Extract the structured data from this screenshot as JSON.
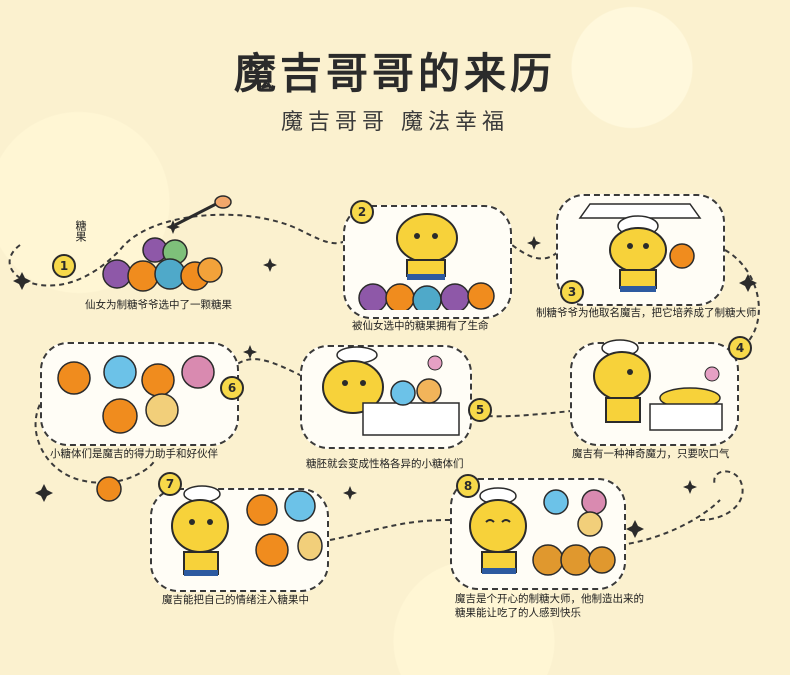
{
  "header": {
    "title": "魔吉哥哥的来历",
    "subtitle": "魔吉哥哥 魔法幸福"
  },
  "steps": [
    {
      "number": "1",
      "caption": "仙女为制糖爷爷选中了一颗糖果",
      "label": "糖果"
    },
    {
      "number": "2",
      "caption": "被仙女选中的糖果拥有了生命"
    },
    {
      "number": "3",
      "caption": "制糖爷爷为他取名魔吉，把它培养成了制糖大师"
    },
    {
      "number": "4",
      "caption": "魔吉有一种神奇魔力，只要吹口气"
    },
    {
      "number": "5",
      "caption": "糖胚就会变成性格各异的小糖体们"
    },
    {
      "number": "6",
      "caption": "小糖体们是魔吉的得力助手和好伙伴"
    },
    {
      "number": "7",
      "caption": "魔吉能把自己的情绪注入糖果中"
    },
    {
      "number": "8",
      "caption": "魔吉是个开心的制糖大师，他制造出来的糖果能让吃了的人感到快乐"
    }
  ],
  "colors": {
    "background": "#fbf1cf",
    "character_yellow": "#f7d23a",
    "orange": "#f08c1e",
    "purple": "#8e58a8",
    "blue": "#6cc2e8",
    "outline": "#2b2b2b"
  }
}
